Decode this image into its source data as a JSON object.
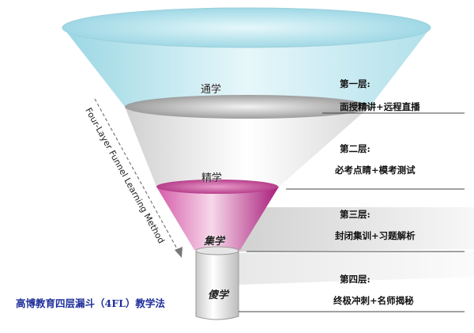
{
  "funnel": {
    "level1": "通学",
    "level2": "精学",
    "level3": "集学",
    "level4": "傻学"
  },
  "axis_label": "Four-Layer Funnel Learning Method",
  "layers": [
    {
      "title": "第一层:",
      "desc": "面授精讲+远程直播"
    },
    {
      "title": "第二层:",
      "desc": "必考点睛+模考测试"
    },
    {
      "title": "第三层:",
      "desc": "封闭集训+习题解析"
    },
    {
      "title": "第四层:",
      "desc": "终极冲刺+名师揭秘"
    }
  ],
  "caption": "高博教育四层漏斗（4FL）教学法",
  "colors": {
    "top_band": "#bfe7ef",
    "magenta": "#c2268f",
    "caption": "#1f2f9a"
  }
}
